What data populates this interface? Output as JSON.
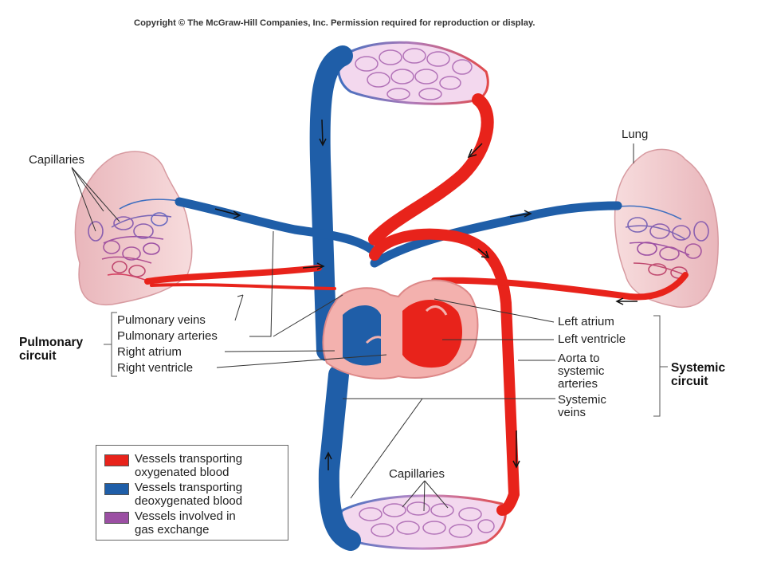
{
  "copyright": "Copyright © The McGraw-Hill Companies, Inc. Permission required for reproduction or display.",
  "labels": {
    "capillaries_top": "Capillaries",
    "capillaries_bottom": "Capillaries",
    "lung": "Lung",
    "pulmonary_veins": "Pulmonary veins",
    "pulmonary_arteries": "Pulmonary arteries",
    "right_atrium": "Right atrium",
    "right_ventricle": "Right ventricle",
    "left_atrium": "Left atrium",
    "left_ventricle": "Left ventricle",
    "aorta_1": "Aorta to",
    "aorta_2": "systemic",
    "aorta_3": "arteries",
    "systemic_veins_1": "Systemic",
    "systemic_veins_2": "veins",
    "pulmonary_circuit_1": "Pulmonary",
    "pulmonary_circuit_2": "circuit",
    "systemic_circuit_1": "Systemic",
    "systemic_circuit_2": "circuit"
  },
  "legend": [
    {
      "line1": "Vessels transporting",
      "line2": "oxygenated blood",
      "color": "#e8231b"
    },
    {
      "line1": "Vessels transporting",
      "line2": "deoxygenated blood",
      "color": "#1f5ea8"
    },
    {
      "line1": "Vessels involved in",
      "line2": "gas exchange",
      "color": "#9b4fa3"
    }
  ],
  "colors": {
    "oxygenated": "#e8231b",
    "deoxygenated": "#1f5ea8",
    "exchange": "#9b4fa3",
    "lung": "#f4cdd0"
  }
}
